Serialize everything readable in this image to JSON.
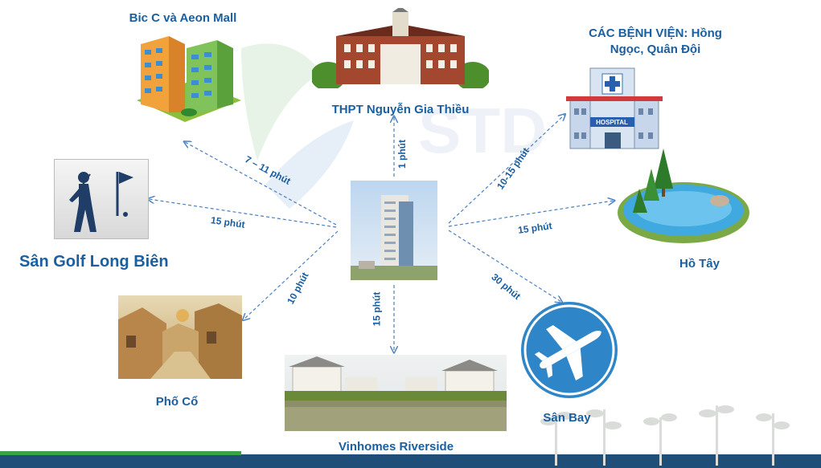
{
  "center": {
    "name": "project-building"
  },
  "destinations": {
    "bicc": {
      "label": "Bic C và Aeon Mall",
      "time": "7 – 11 phút"
    },
    "school": {
      "label": "THPT Nguyễn Gia Thiều",
      "time": "1 phút"
    },
    "hospital": {
      "label_line1": "CÁC BỆNH VIỆN: Hồng",
      "label_line2": "Ngọc, Quân Đội",
      "time": "10-15 phút",
      "sign": "HOSPITAL"
    },
    "golf": {
      "label": "Sân Golf Long Biên",
      "time": "15 phút"
    },
    "lake": {
      "label": "Hồ Tây",
      "time": "15 phút"
    },
    "oldquarter": {
      "label": "Phố Cổ",
      "time": "10 phút"
    },
    "riverside": {
      "label": "Vinhomes Riverside",
      "time": "15 phút"
    },
    "airport": {
      "label": "Sân Bay",
      "time": "30 phút"
    }
  },
  "watermark": "STD",
  "colors": {
    "label": "#1b5fa0",
    "arrow": "#4a7fc1",
    "bottom_bar": "#1f4e79",
    "bottom_accent": "#3aa34a",
    "airport_circle": "#2e86c9"
  }
}
